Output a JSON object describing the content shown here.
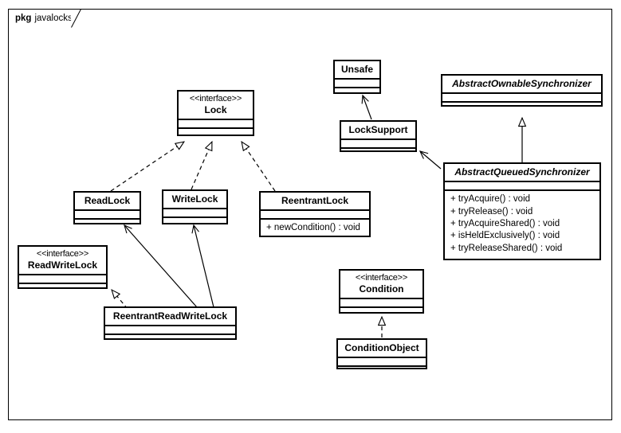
{
  "diagram": {
    "package": {
      "keyword": "pkg",
      "name": "javalocks"
    },
    "classes": [
      {
        "id": "lock",
        "stereotype": "<<interface>>",
        "name": "Lock",
        "abstract": false,
        "members": [],
        "empty_compartments": 2
      },
      {
        "id": "unsafe",
        "stereotype": "",
        "name": "Unsafe",
        "abstract": false,
        "members": [],
        "empty_compartments": 2
      },
      {
        "id": "lock-support",
        "stereotype": "",
        "name": "LockSupport",
        "abstract": false,
        "members": [],
        "empty_compartments": 2
      },
      {
        "id": "abstract-ownable-synchronizer",
        "stereotype": "",
        "name": "AbstractOwnableSynchronizer",
        "abstract": true,
        "members": [],
        "empty_compartments": 2
      },
      {
        "id": "abstract-queued-synchronizer",
        "stereotype": "",
        "name": "AbstractQueuedSynchronizer",
        "abstract": true,
        "members": [
          "+ tryAcquire() : void",
          "+ tryRelease() : void",
          "+ tryAcquireShared() : void",
          "+ isHeldExclusively() : void",
          "+ tryReleaseShared() : void"
        ],
        "empty_compartments": 1
      },
      {
        "id": "read-lock",
        "stereotype": "",
        "name": "ReadLock",
        "abstract": false,
        "members": [],
        "empty_compartments": 2
      },
      {
        "id": "write-lock",
        "stereotype": "",
        "name": "WriteLock",
        "abstract": false,
        "members": [],
        "empty_compartments": 2
      },
      {
        "id": "reentrant-lock",
        "stereotype": "",
        "name": "ReentrantLock",
        "abstract": false,
        "members": [
          "+ newCondition() : void"
        ],
        "empty_compartments": 1
      },
      {
        "id": "read-write-lock",
        "stereotype": "<<interface>>",
        "name": "ReadWriteLock",
        "abstract": false,
        "members": [],
        "empty_compartments": 2
      },
      {
        "id": "reentrant-read-write-lock",
        "stereotype": "",
        "name": "ReentrantReadWriteLock",
        "abstract": false,
        "members": [],
        "empty_compartments": 2
      },
      {
        "id": "condition",
        "stereotype": "<<interface>>",
        "name": "Condition",
        "abstract": false,
        "members": [],
        "empty_compartments": 2
      },
      {
        "id": "condition-object",
        "stereotype": "",
        "name": "ConditionObject",
        "abstract": false,
        "members": [],
        "empty_compartments": 2
      }
    ],
    "relationships": [
      {
        "from": "read-lock",
        "to": "lock",
        "type": "realization"
      },
      {
        "from": "write-lock",
        "to": "lock",
        "type": "realization"
      },
      {
        "from": "reentrant-lock",
        "to": "lock",
        "type": "realization"
      },
      {
        "from": "reentrant-read-write-lock",
        "to": "read-write-lock",
        "type": "realization"
      },
      {
        "from": "condition-object",
        "to": "condition",
        "type": "realization"
      },
      {
        "from": "abstract-queued-synchronizer",
        "to": "abstract-ownable-synchronizer",
        "type": "generalization"
      },
      {
        "from": "lock-support",
        "to": "unsafe",
        "type": "association"
      },
      {
        "from": "abstract-queued-synchronizer",
        "to": "lock-support",
        "type": "association"
      },
      {
        "from": "reentrant-read-write-lock",
        "to": "read-lock",
        "type": "association"
      },
      {
        "from": "reentrant-read-write-lock",
        "to": "write-lock",
        "type": "association"
      }
    ],
    "colors": {
      "line": "#000000",
      "background": "#ffffff",
      "box_fill": "#ffffff"
    }
  }
}
